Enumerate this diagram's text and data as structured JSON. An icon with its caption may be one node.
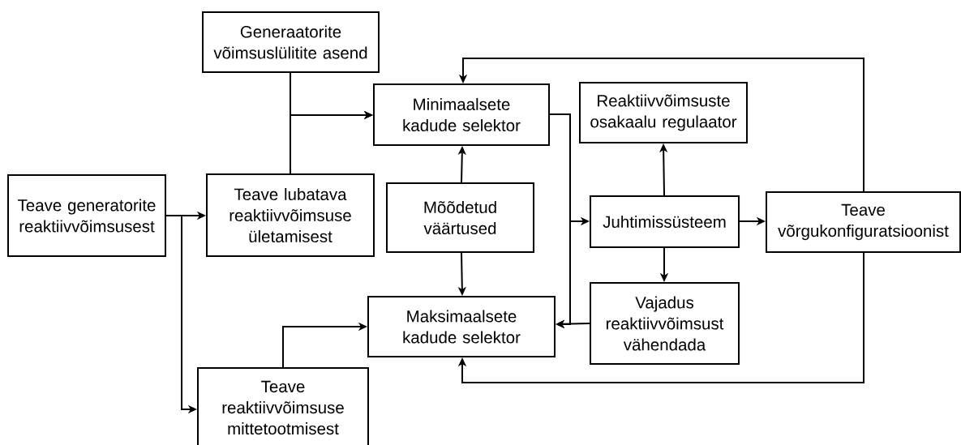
{
  "diagram": {
    "nodes": [
      {
        "text": [
          "Teave generatorite reaktiivvõimsusest"
        ]
      },
      {
        "text": [
          "Generaatorite võimsuslülitite asend"
        ]
      },
      {
        "text": [
          "Teave lubatava reaktiivvõimsuse ületamisest"
        ]
      },
      {
        "text": [
          "Minimaalsete kadude selektor"
        ]
      },
      {
        "text": [
          "Mõõdetud väärtused"
        ]
      },
      {
        "text": [
          "Maksimaalsete kadude selektor"
        ]
      },
      {
        "text": [
          "Teave reaktiivvõimsuse mittetootmisest"
        ]
      },
      {
        "text": [
          "Reaktiivvõimsuste osakaalu regulaator"
        ]
      },
      {
        "text": [
          "Juhtimissüsteem"
        ]
      },
      {
        "text": [
          "Vajadus reaktiivvõimsust vähendada"
        ]
      },
      {
        "text": [
          "Teave võrgukonfiguratsioonist"
        ]
      }
    ],
    "edges": [
      {
        "from": 0,
        "to": 2,
        "arrow": "to"
      },
      {
        "from": 0,
        "to": 6,
        "arrow": "to"
      },
      {
        "from": 1,
        "to": 3,
        "arrow": "to"
      },
      {
        "from": 2,
        "to": 3,
        "arrow": "to"
      },
      {
        "from": 4,
        "to": 3,
        "arrow": "to"
      },
      {
        "from": 4,
        "to": 5,
        "arrow": "to"
      },
      {
        "from": 3,
        "to": 8,
        "arrow": "to"
      },
      {
        "from": 3,
        "to": 5,
        "arrow": "to"
      },
      {
        "from": 9,
        "to": 5,
        "arrow": "to"
      },
      {
        "from": 6,
        "to": 5,
        "arrow": "to"
      },
      {
        "from": 8,
        "to": 7,
        "arrow": "to"
      },
      {
        "from": 8,
        "to": 9,
        "arrow": "to"
      },
      {
        "from": 8,
        "to": 10,
        "arrow": "to"
      },
      {
        "from": 10,
        "to": 3,
        "arrow": "to"
      },
      {
        "from": 10,
        "to": 5,
        "arrow": "to"
      }
    ]
  }
}
